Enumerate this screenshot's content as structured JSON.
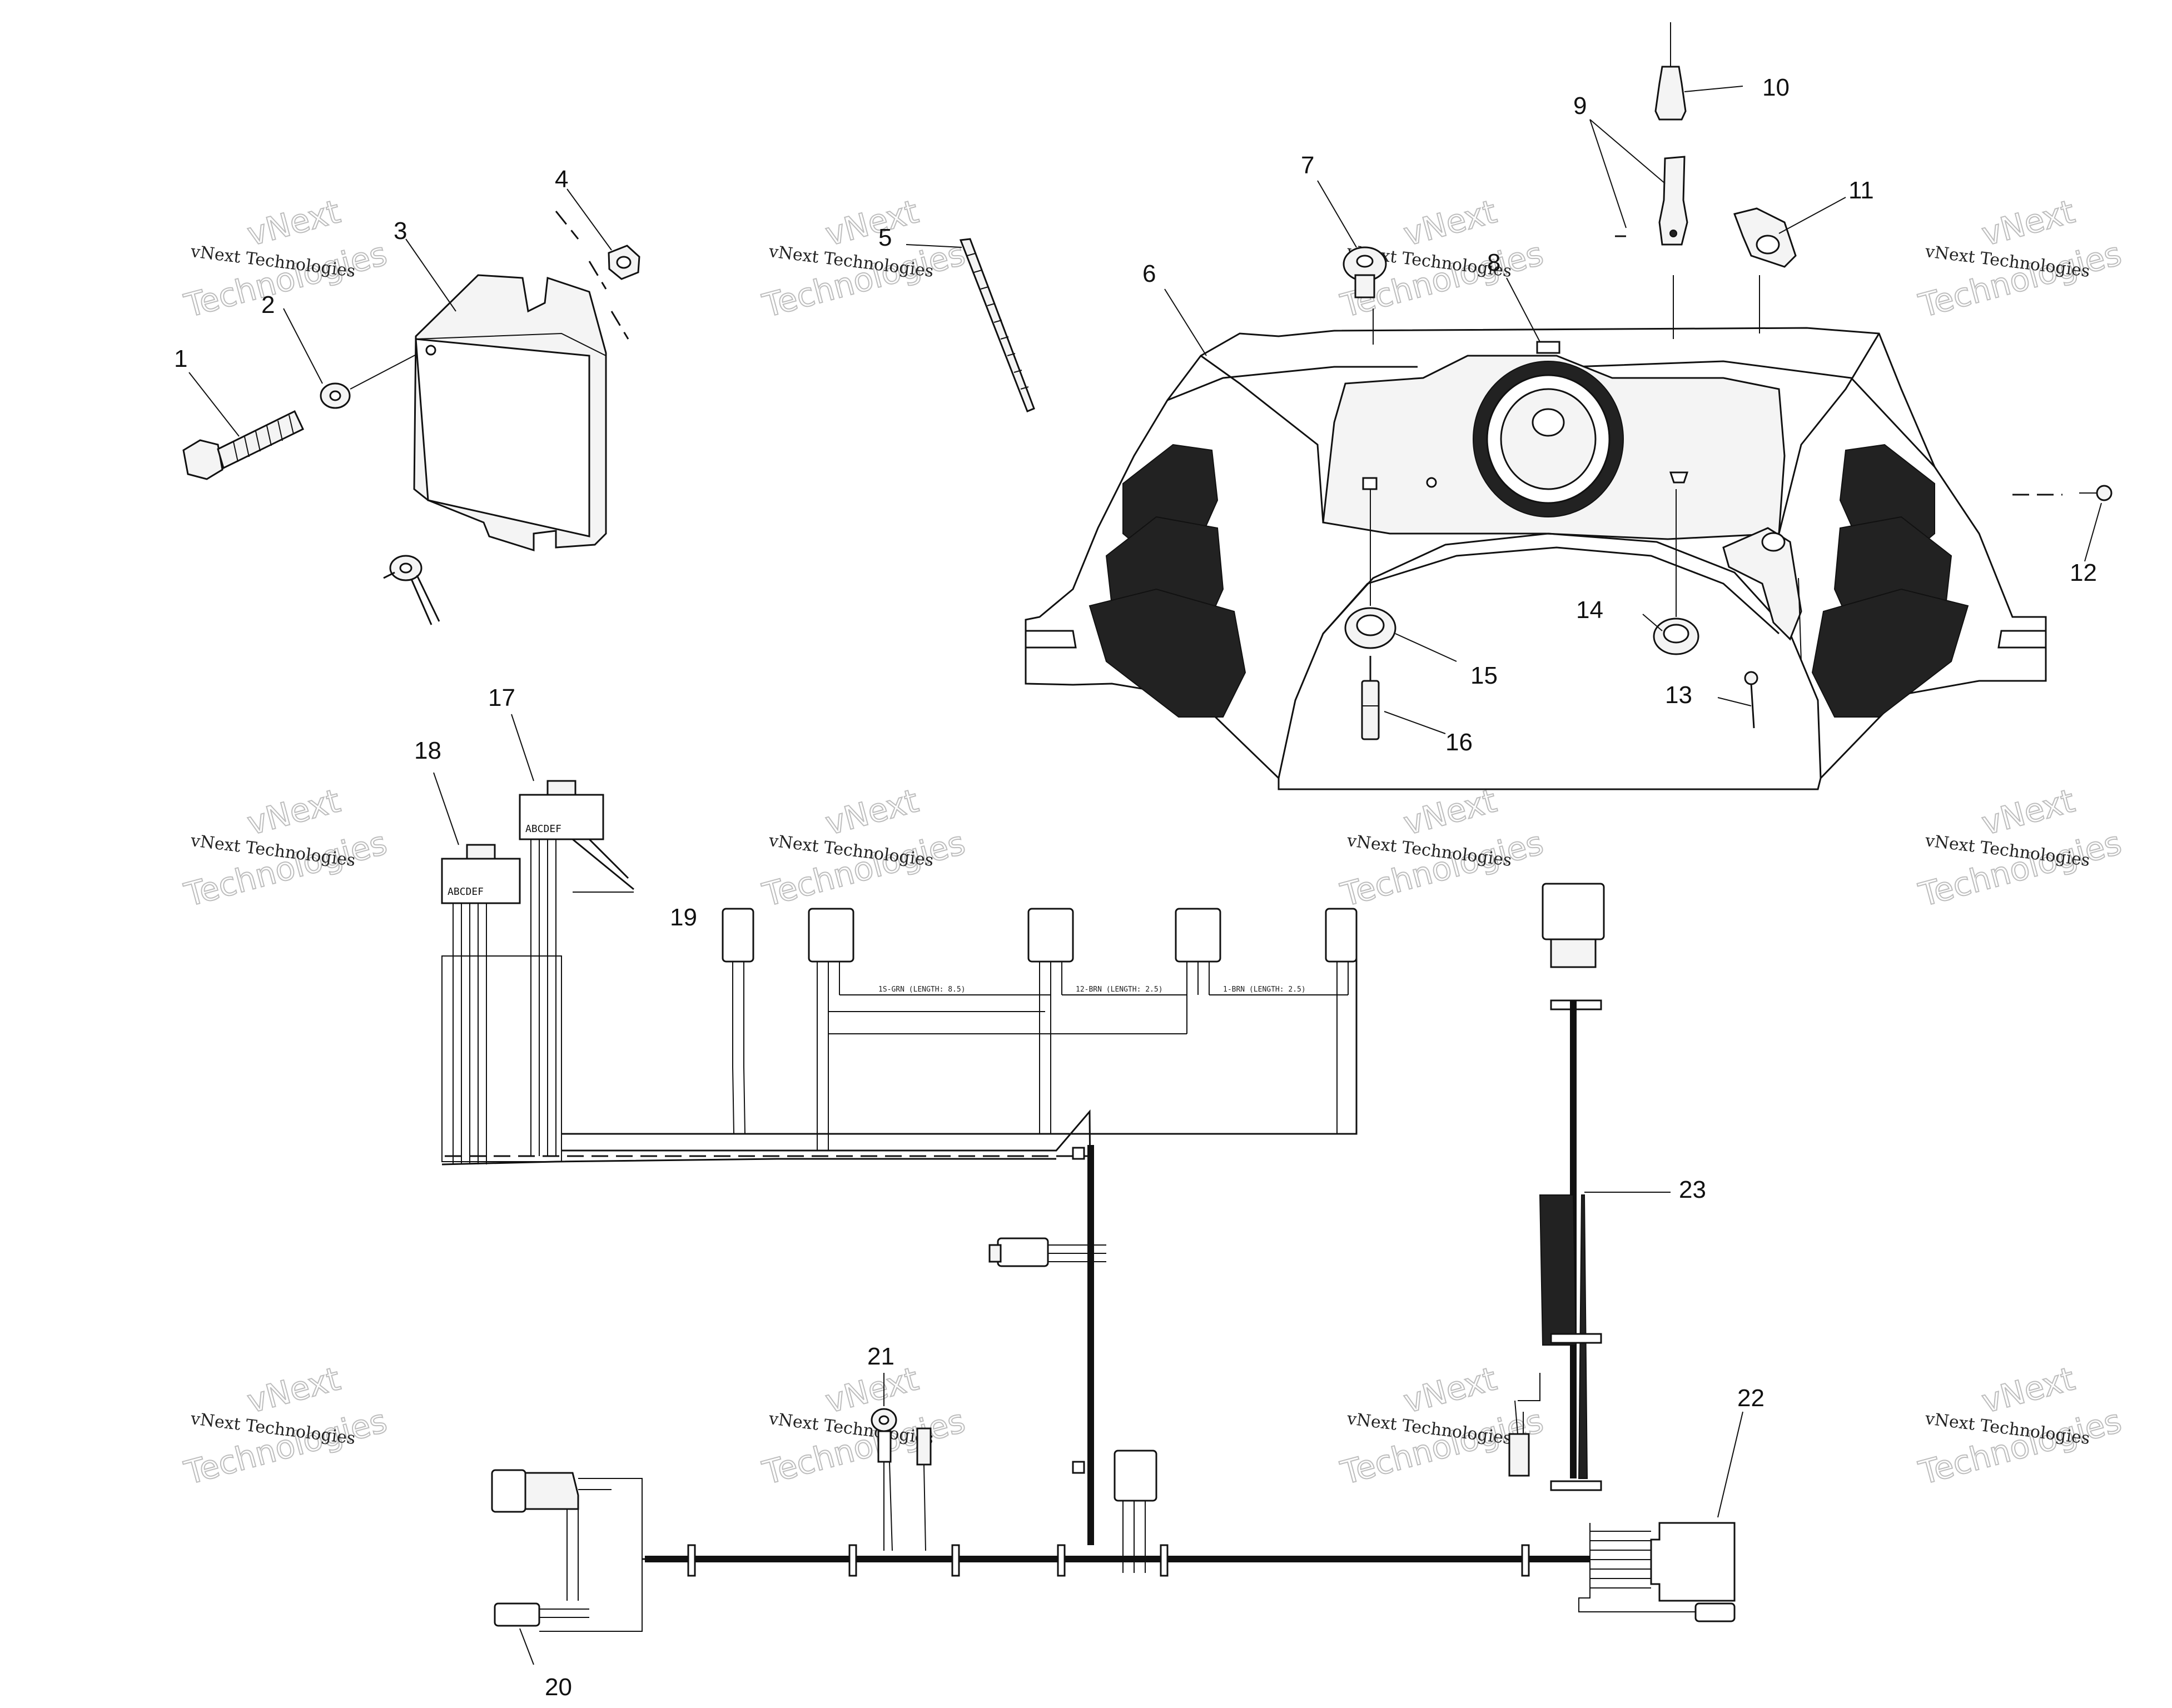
{
  "watermark": {
    "line1": "vNext",
    "line2": "vNext Technologies",
    "line3": "Technologies"
  },
  "connector_pins": "ABCDEF",
  "callouts": {
    "c1": "1",
    "c2": "2",
    "c3": "3",
    "c4": "4",
    "c5": "5",
    "c6": "6",
    "c7": "7",
    "c8": "8",
    "c9": "9",
    "c10": "10",
    "c11": "11",
    "c12": "12",
    "c13": "13",
    "c14": "14",
    "c15": "15",
    "c16": "16",
    "c17": "17",
    "c18": "18",
    "c19": "19",
    "c20": "20",
    "c21": "21",
    "c22": "22",
    "c23": "23"
  }
}
